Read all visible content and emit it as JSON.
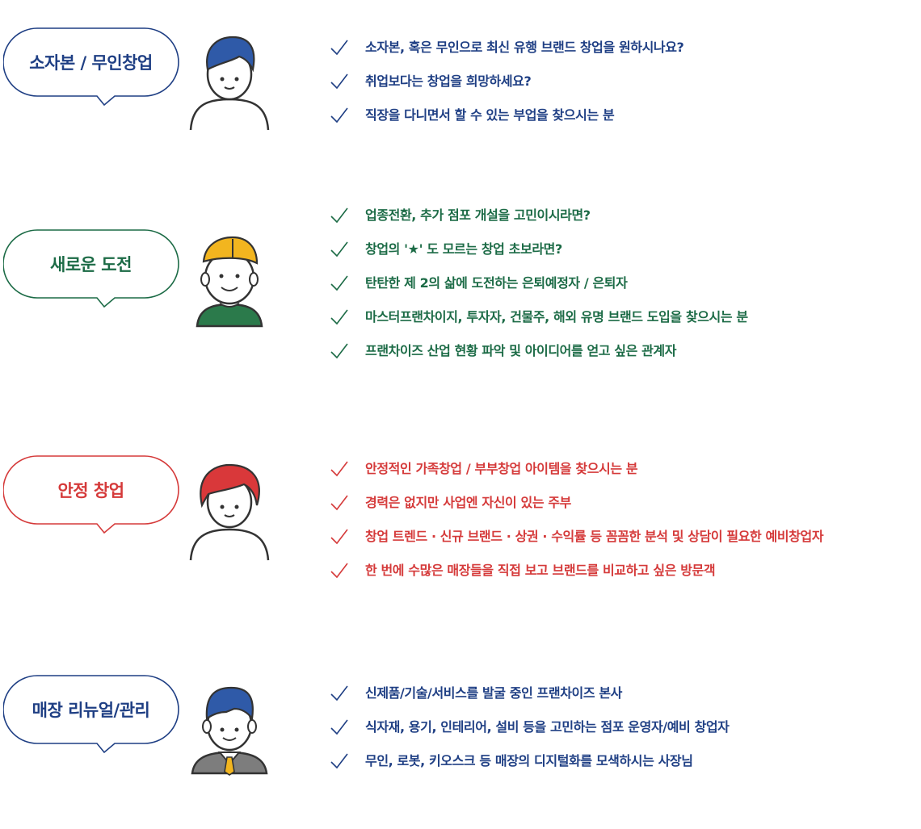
{
  "sections": [
    {
      "label": "소자본 / 무인창업",
      "color": "#1f3f84",
      "avatar": "person-blue-hair-icon",
      "items": [
        "소자본, 혹은 무인으로 최신 유행 브랜드 창업을 원하시나요?",
        "취업보다는 창업을 희망하세요?",
        "직장을 다니면서 할 수 있는 부업을 찾으시는 분"
      ]
    },
    {
      "label": "새로운 도전",
      "color": "#1c6b46",
      "avatar": "person-yellow-cap-icon",
      "items": [
        "업종전환, 추가 점포 개설을 고민이시라면?",
        "창업의 '★' 도 모르는 창업 초보라면?",
        "탄탄한 제 2의 삶에 도전하는 은퇴예정자 / 은퇴자",
        "마스터프랜차이지, 투자자, 건물주, 해외 유명 브랜드 도입을 찾으시는 분",
        "프랜차이즈 산업 현황 파악 및 아이디어를 얻고 싶은 관계자"
      ]
    },
    {
      "label": "안정 창업",
      "color": "#d53a3a",
      "avatar": "person-red-hair-icon",
      "items": [
        "안정적인 가족창업 / 부부창업 아이템을 찾으시는 분",
        "경력은 없지만 사업엔 자신이 있는 주부",
        "창업 트렌드 · 신규 브랜드 · 상권 · 수익률 등 꼼꼼한 분석 및 상담이 필요한 예비창업자",
        "한 번에 수많은 매장들을 직접 보고 브랜드를 비교하고 싶은 방문객"
      ]
    },
    {
      "label": "매장 리뉴얼/관리",
      "color": "#1f3f84",
      "avatar": "person-suit-tie-icon",
      "items": [
        "신제품/기술/서비스를 발굴 중인 프랜차이즈 본사",
        "식자재, 용기, 인테리어, 설비 등을 고민하는 점포 운영자/예비 창업자",
        "무인, 로봇, 키오스크 등 매장의 디지털화를 모색하시는 사장님"
      ]
    }
  ]
}
